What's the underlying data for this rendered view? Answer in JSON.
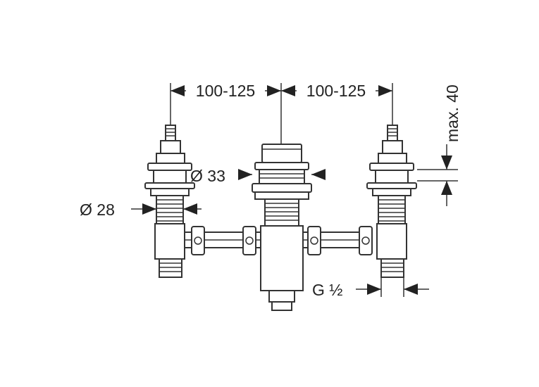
{
  "dimensions": {
    "spacing_left": "100-125",
    "spacing_right": "100-125",
    "center_diameter": "Ø 33",
    "side_diameter": "Ø 28",
    "thread": "G ½",
    "max_height": "max. 40"
  },
  "colors": {
    "line": "#333333",
    "background": "#ffffff"
  }
}
